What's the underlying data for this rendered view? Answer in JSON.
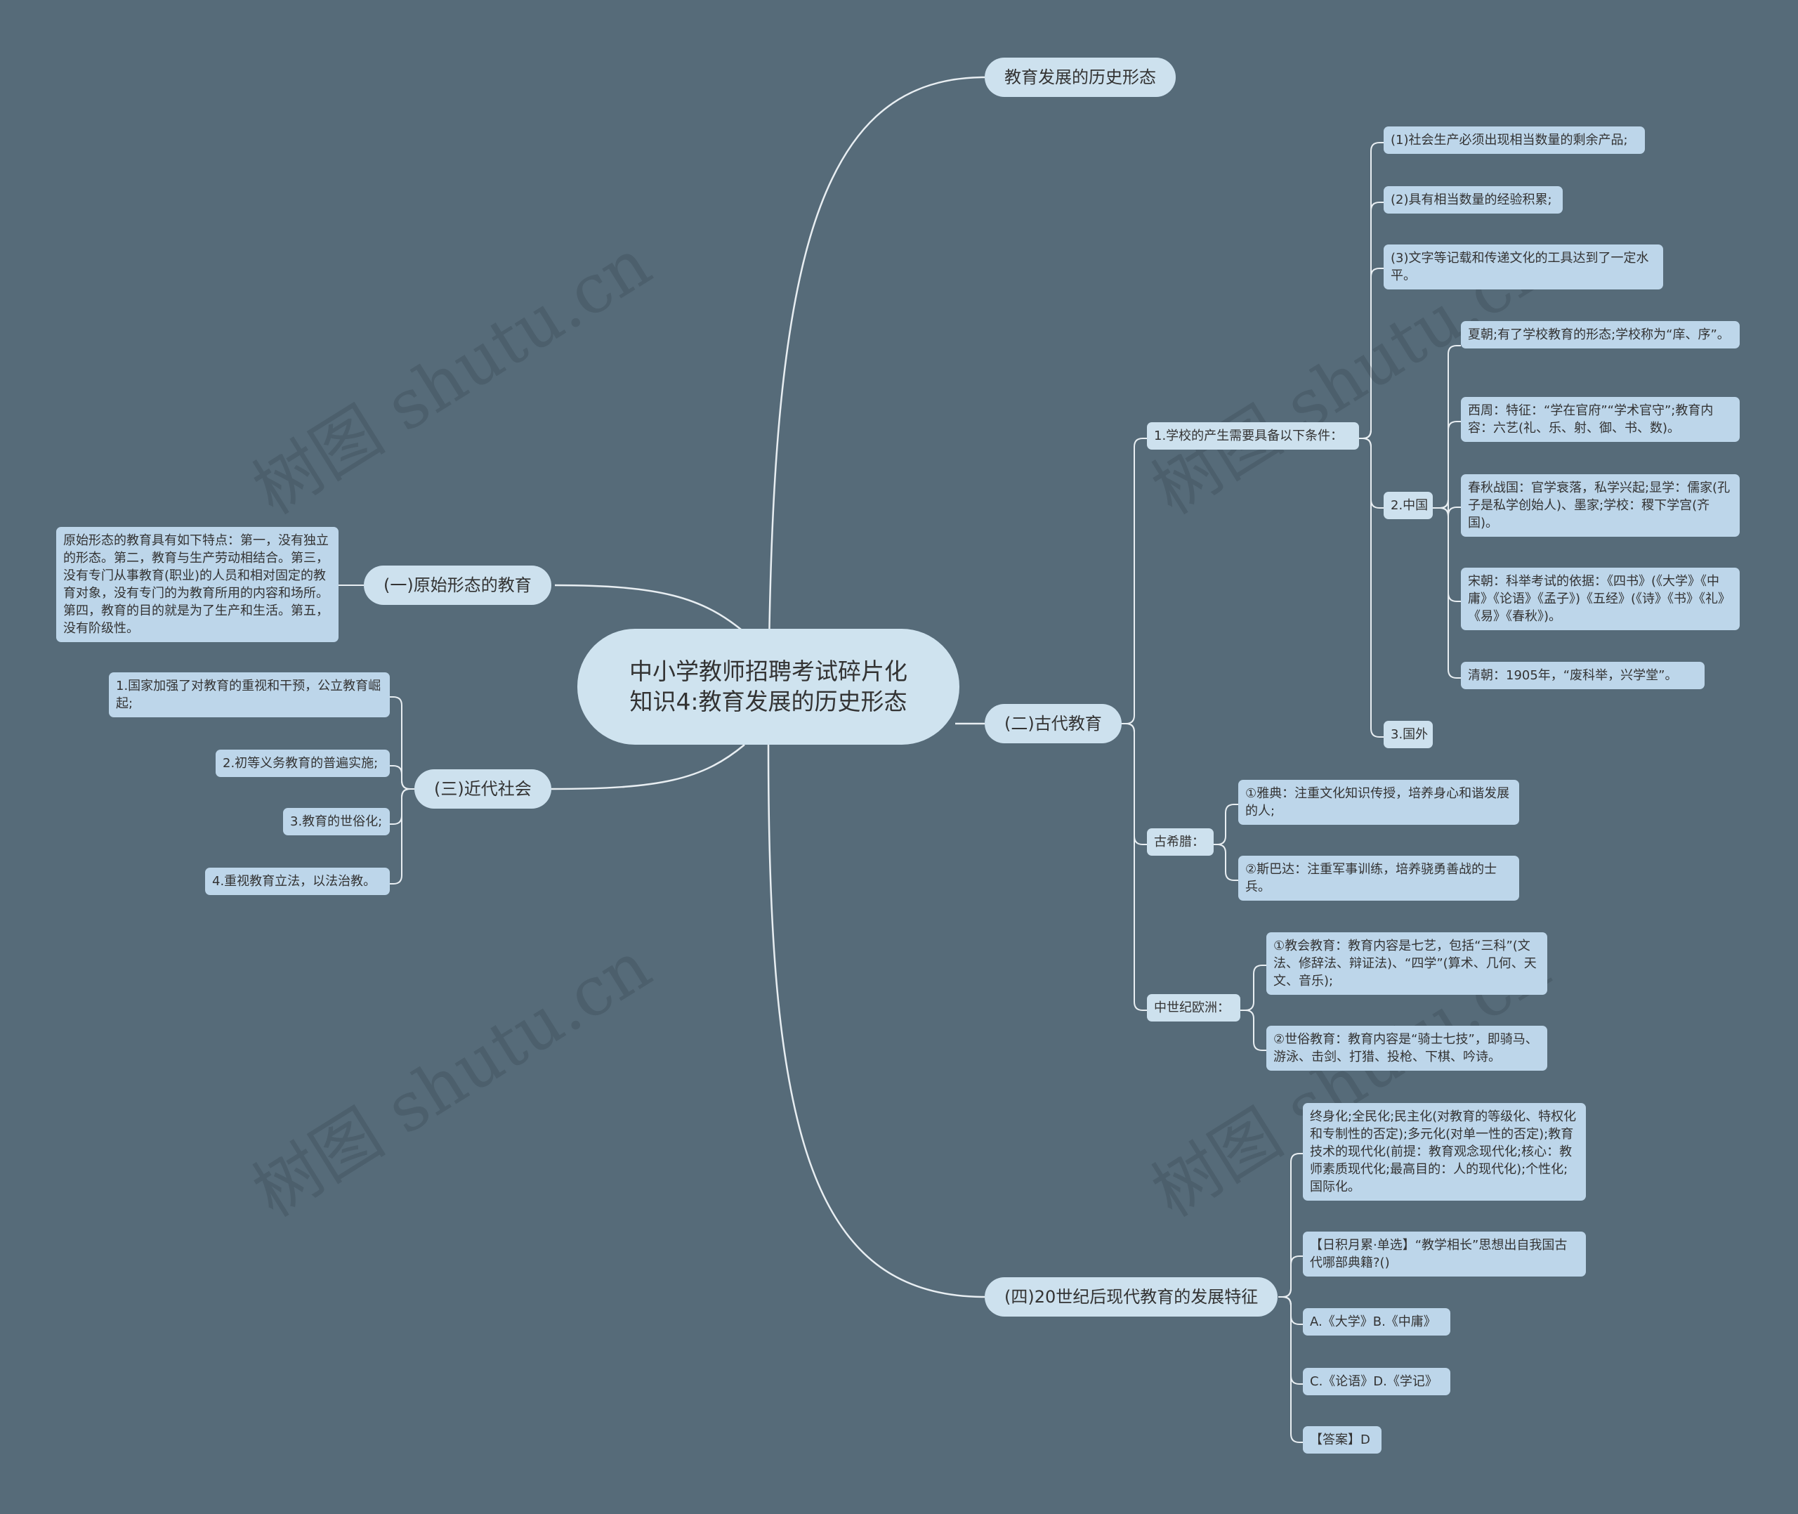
{
  "root": {
    "title": "中小学教师招聘考试碎片化知识4:教育发展的历史形态"
  },
  "topics": {
    "history": "教育发展的历史形态",
    "ancient": "(二)古代教育",
    "primitive": "(一)原始形态的教育",
    "modern": "(三)近代社会",
    "c20": "(四)20世纪后现代教育的发展特征"
  },
  "primitive": {
    "detail": "原始形态的教育具有如下特点：第一，没有独立的形态。第二，教育与生产劳动相结合。第三，没有专门从事教育(职业)的人员和相对固定的教育对象，没有专门的为教育所用的内容和场所。第四，教育的目的就是为了生产和生活。第五，没有阶级性。"
  },
  "modern": {
    "items": [
      "1.国家加强了对教育的重视和干预，公立教育崛起;",
      "2.初等义务教育的普遍实施;",
      "3.教育的世俗化;",
      "4.重视教育立法，以法治教。"
    ]
  },
  "ancient": {
    "school_conditions": {
      "label": "1.学校的产生需要具备以下条件：",
      "items": [
        "(1)社会生产必须出现相当数量的剩余产品;",
        "(2)具有相当数量的经验积累;",
        "(3)文字等记载和传递文化的工具达到了一定水平。"
      ]
    },
    "china": {
      "label": "2.中国",
      "items": [
        "夏朝;有了学校教育的形态;学校称为“庠、序”。",
        "西周：特征：“学在官府”“学术官守”;教育内容：六艺(礼、乐、射、御、书、数)。",
        "春秋战国：官学衰落，私学兴起;显学：儒家(孔子是私学创始人)、墨家;学校：稷下学宫(齐国)。",
        "宋朝：科举考试的依据：《四书》(《大学》《中庸》《论语》《孟子》)《五经》(《诗》《书》《礼》《易》《春秋》)。",
        "清朝：1905年，“废科举，兴学堂”。"
      ]
    },
    "foreign": {
      "label": "3.国外"
    },
    "greece": {
      "label": "古希腊：",
      "items": [
        "①雅典：注重文化知识传授，培养身心和谐发展的人;",
        "②斯巴达：注重军事训练，培养骁勇善战的士兵。"
      ]
    },
    "medieval": {
      "label": "中世纪欧洲：",
      "items": [
        "①教会教育：教育内容是七艺，包括“三科”(文法、修辞法、辩证法)、“四学”(算术、几何、天文、音乐);",
        "②世俗教育：教育内容是“骑士七技”，即骑马、游泳、击剑、打猎、投枪、下棋、吟诗。"
      ]
    }
  },
  "c20": {
    "items": [
      "终身化;全民化;民主化(对教育的等级化、特权化和专制性的否定);多元化(对单一性的否定);教育技术的现代化(前提：教育观念现代化;核心：教师素质现代化;最高目的：人的现代化);个性化;国际化。",
      "【日积月累·单选】“教学相长”思想出自我国古代哪部典籍?()",
      "A.《大学》B.《中庸》",
      "C.《论语》D.《学记》",
      "【答案】D"
    ]
  },
  "watermark": "树图 shutu.cn",
  "colors": {
    "background": "#566b79",
    "line": "#e8eef2",
    "topic": "#cde1ee",
    "leaf": "#bdd6ea"
  }
}
